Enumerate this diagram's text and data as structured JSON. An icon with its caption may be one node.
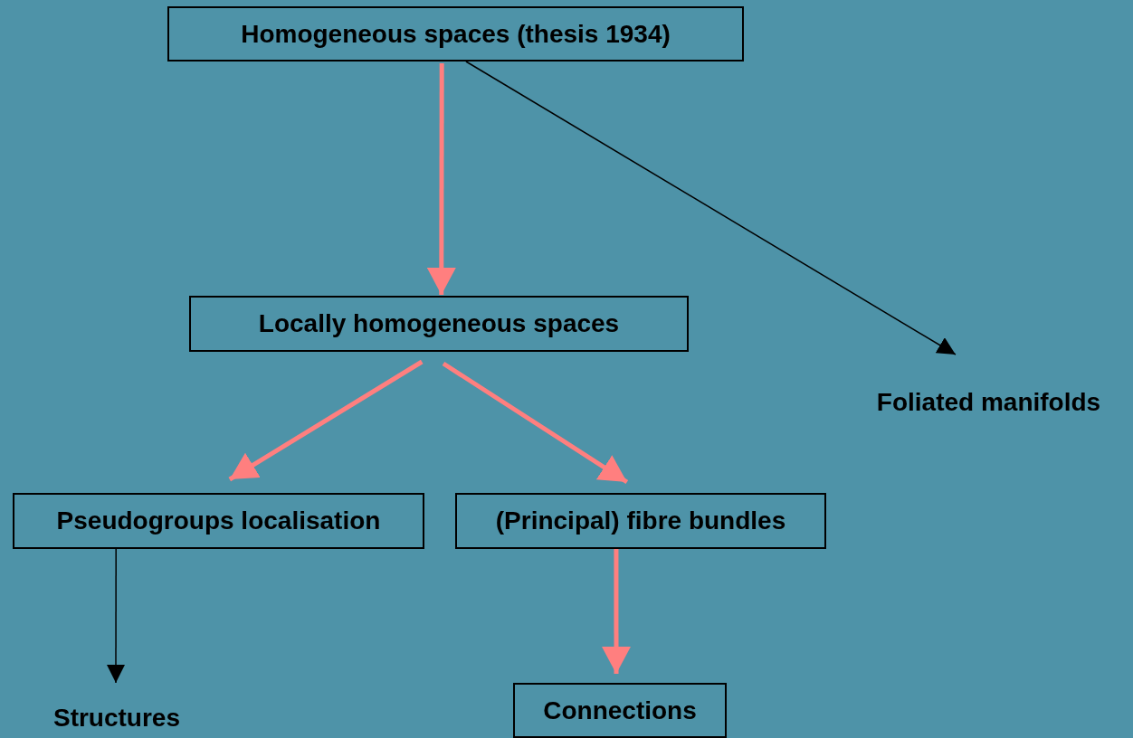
{
  "diagram": {
    "nodes": [
      {
        "text": [
          "Homogeneous spaces (thesis 1934)"
        ]
      },
      {
        "text": [
          "Locally homogeneous spaces"
        ]
      },
      {
        "text": [
          "Foliated manifolds"
        ]
      },
      {
        "text": [
          "Pseudogroups localisation"
        ]
      },
      {
        "text": [
          "(Principal) fibre bundles"
        ]
      },
      {
        "text": [
          "Structures"
        ]
      },
      {
        "text": [
          "Connections"
        ]
      }
    ],
    "edges": [
      {
        "from": 0,
        "to": 1,
        "arrow": "to"
      },
      {
        "from": 0,
        "to": 2,
        "arrow": "to",
        "color": "#000000"
      },
      {
        "from": 1,
        "to": 3,
        "arrow": "to"
      },
      {
        "from": 1,
        "to": 4,
        "arrow": "to"
      },
      {
        "from": 3,
        "to": 5,
        "arrow": "to",
        "color": "#000000"
      },
      {
        "from": 4,
        "to": 6,
        "arrow": "to"
      }
    ]
  }
}
